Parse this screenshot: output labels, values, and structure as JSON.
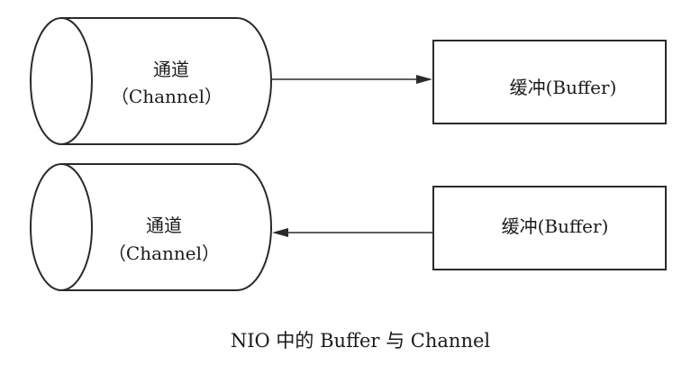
{
  "diagram": {
    "top_row": {
      "channel": {
        "line1": "通道",
        "line2": "（Channel）"
      },
      "buffer": {
        "label": "缓冲(Buffer)"
      },
      "arrow_direction": "channel-to-buffer"
    },
    "bottom_row": {
      "channel": {
        "line1": "通道",
        "line2": "（Channel）"
      },
      "buffer": {
        "label": "缓冲(Buffer)"
      },
      "arrow_direction": "buffer-to-channel"
    },
    "caption": "NIO 中的 Buffer 与 Channel"
  }
}
